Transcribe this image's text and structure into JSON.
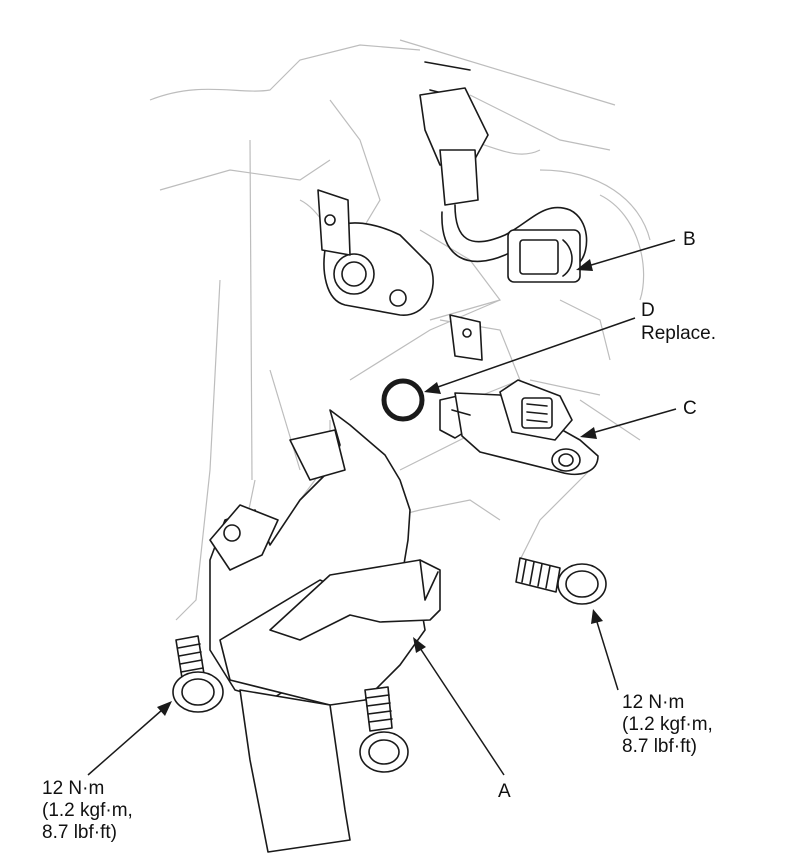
{
  "callouts": {
    "A": {
      "letter": "A"
    },
    "B": {
      "letter": "B"
    },
    "C": {
      "letter": "C"
    },
    "D": {
      "letter": "D",
      "note": "Replace."
    }
  },
  "torque_right": {
    "line1": "12 N·m",
    "line2": "(1.2 kgf·m,",
    "line3": "8.7 lbf·ft)"
  },
  "torque_left": {
    "line1": "12 N·m",
    "line2": "(1.2 kgf·m,",
    "line3": "8.7 lbf·ft)"
  }
}
